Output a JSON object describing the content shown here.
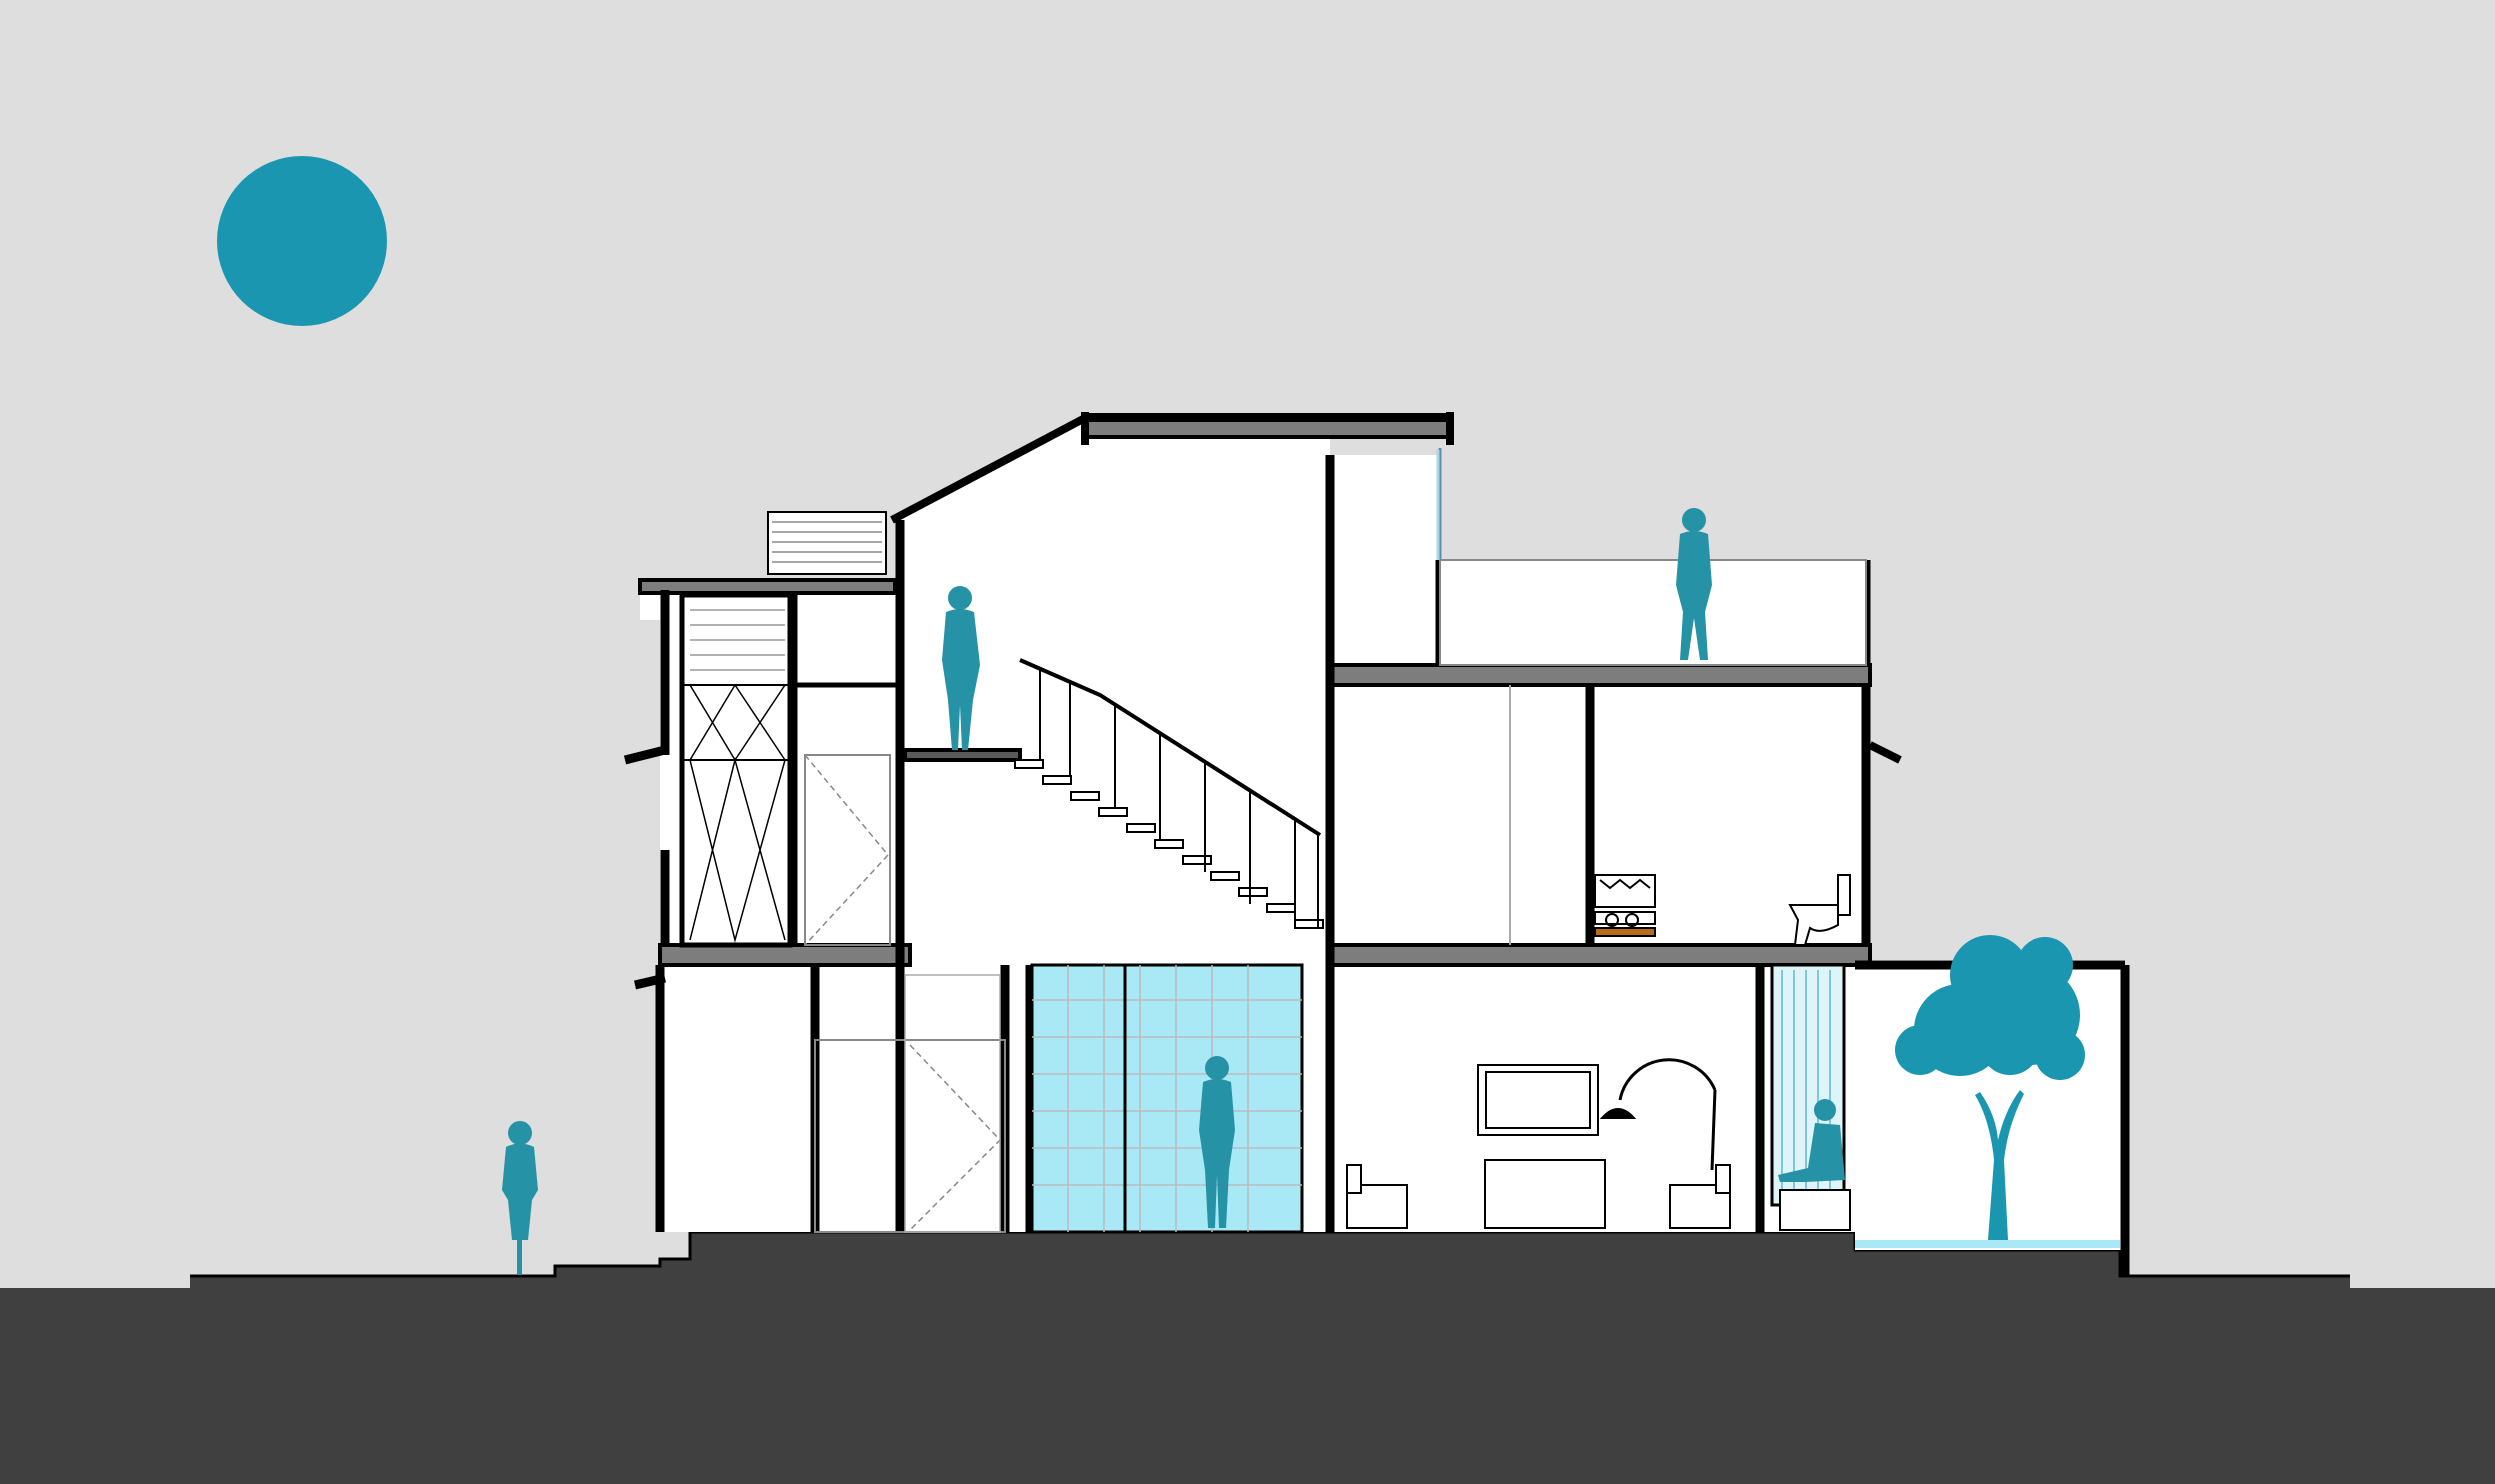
{
  "drawing": {
    "kind": "building-section",
    "colors": {
      "sky": "#dedede",
      "ground": "#404040",
      "accent": "#1b96b0",
      "figure": "#2592a5",
      "glass": "#a9e9f5",
      "wall": "#000000",
      "slab": "#7d7d7d",
      "interior": "#ffffff",
      "wood": "#b86b18"
    },
    "elements": {
      "sun": "sun-icon",
      "figures": [
        "cyclist",
        "person-landing",
        "person-living",
        "person-roof",
        "person-seated"
      ],
      "tree": "tree-icon",
      "furniture": [
        "lounge-chair",
        "sofa",
        "arc-floor-lamp",
        "wall-painting",
        "toilet",
        "bathroom-vanity"
      ]
    }
  }
}
